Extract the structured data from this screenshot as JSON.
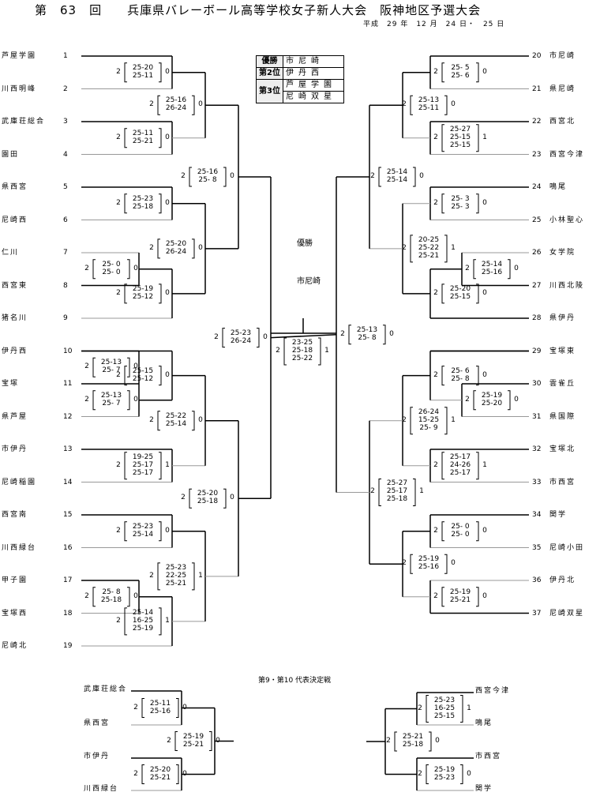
{
  "title": "第　63　回　　兵庫県バレーボール高等学校女子新人大会　阪神地区予選大会",
  "date": "平成　29 年　12 月　24 日・　25 日",
  "results": {
    "label_1": "優勝",
    "val_1": "市尼崎",
    "label_2": "第2位",
    "val_2": "伊丹西",
    "label_3": "第3位",
    "val_3a": "芦屋学園",
    "val_3b": "尼崎双星"
  },
  "champion_label": "優勝",
  "champion_team": "市尼崎",
  "left_teams": [
    "芦屋学園",
    "川西明峰",
    "武庫荘総合",
    "園田",
    "県西宮",
    "尼崎西",
    "仁川",
    "西宮東",
    "猪名川",
    "伊丹西",
    "宝塚",
    "県芦屋",
    "市伊丹",
    "尼崎稲園",
    "西宮南",
    "川西緑台",
    "甲子園",
    "宝塚西",
    "尼崎北"
  ],
  "left_numbers": [
    "1",
    "2",
    "3",
    "4",
    "5",
    "6",
    "7",
    "8",
    "9",
    "10",
    "11",
    "12",
    "13",
    "14",
    "15",
    "16",
    "17",
    "18",
    "19"
  ],
  "right_teams": [
    "市尼崎",
    "県尼崎",
    "西宮北",
    "西宮今津",
    "鳴尾",
    "小林聖心",
    "女学院",
    "川西北陵",
    "県伊丹",
    "宝塚東",
    "雲雀丘",
    "県国際",
    "宝塚北",
    "市西宮",
    "関学",
    "尼崎小田",
    "伊丹北",
    "尼崎双星"
  ],
  "right_numbers": [
    "20",
    "21",
    "22",
    "23",
    "24",
    "25",
    "26",
    "27",
    "28",
    "29",
    "30",
    "31",
    "32",
    "33",
    "34",
    "35",
    "36",
    "37"
  ],
  "scores": {
    "L1": {
      "l": "2",
      "s": [
        "25-20",
        "25-11"
      ],
      "r": "0"
    },
    "L2": {
      "l": "2",
      "s": [
        "25-16",
        "26-24"
      ],
      "r": "0"
    },
    "L3": {
      "l": "2",
      "s": [
        "25-11",
        "25-21"
      ],
      "r": "0"
    },
    "L4": {
      "l": "2",
      "s": [
        "25-16",
        "25- 8"
      ],
      "r": "0"
    },
    "L5": {
      "l": "2",
      "s": [
        "25-23",
        "25-18"
      ],
      "r": "0"
    },
    "L6": {
      "l": "2",
      "s": [
        "25-20",
        "26-24"
      ],
      "r": "0"
    },
    "L7": {
      "l": "2",
      "s": [
        "25- 0",
        "25- 0"
      ],
      "r": "0"
    },
    "L8": {
      "l": "2",
      "s": [
        "25-19",
        "25-12"
      ],
      "r": "0"
    },
    "L9": {
      "l": "2",
      "s": [
        "25-23",
        "26-24"
      ],
      "r": "0"
    },
    "L10": {
      "l": "2",
      "s": [
        "25-15",
        "25-12"
      ],
      "r": "0"
    },
    "L11": {
      "l": "2",
      "s": [
        "25-13",
        "25- 7"
      ],
      "r": "0"
    },
    "L12": {
      "l": "2",
      "s": [
        "25-22",
        "25-14"
      ],
      "r": "0"
    },
    "L13": {
      "l": "2",
      "s": [
        "19-25",
        "25-17",
        "25-17"
      ],
      "r": "1"
    },
    "L14": {
      "l": "2",
      "s": [
        "25-20",
        "25-18"
      ],
      "r": "0"
    },
    "L15": {
      "l": "2",
      "s": [
        "25-23",
        "25-14"
      ],
      "r": "0"
    },
    "L16": {
      "l": "2",
      "s": [
        "25-23",
        "22-25",
        "25-21"
      ],
      "r": "1"
    },
    "L17": {
      "l": "2",
      "s": [
        "25- 8",
        "25-18"
      ],
      "r": "0"
    },
    "L18": {
      "l": "2",
      "s": [
        "25-14",
        "16-25",
        "25-19"
      ],
      "r": "1"
    },
    "F": {
      "l": "2",
      "s": [
        "23-25",
        "25-18",
        "25-22"
      ],
      "r": "1"
    },
    "R1": {
      "l": "2",
      "s": [
        "25- 5",
        "25- 6"
      ],
      "r": "0"
    },
    "R2": {
      "l": "2",
      "s": [
        "25-13",
        "25-11"
      ],
      "r": "0"
    },
    "R3": {
      "l": "2",
      "s": [
        "25-27",
        "25-15",
        "25-15"
      ],
      "r": "1"
    },
    "R4": {
      "l": "2",
      "s": [
        "25-14",
        "25-14"
      ],
      "r": "0"
    },
    "R5": {
      "l": "2",
      "s": [
        "25- 3",
        "25- 3"
      ],
      "r": "0"
    },
    "R6": {
      "l": "2",
      "s": [
        "20-25",
        "25-22",
        "25-21"
      ],
      "r": "1"
    },
    "R7": {
      "l": "2",
      "s": [
        "25-14",
        "25-16"
      ],
      "r": "0"
    },
    "R8": {
      "l": "2",
      "s": [
        "25-20",
        "25-15"
      ],
      "r": "0"
    },
    "R9": {
      "l": "2",
      "s": [
        "25-13",
        "25- 8"
      ],
      "r": "0"
    },
    "R10": {
      "l": "2",
      "s": [
        "25- 6",
        "25- 8"
      ],
      "r": "0"
    },
    "R11": {
      "l": "2",
      "s": [
        "25-19",
        "25-20"
      ],
      "r": "0"
    },
    "R12": {
      "l": "2",
      "s": [
        "26-24",
        "15-25",
        "25- 9"
      ],
      "r": "1"
    },
    "R13": {
      "l": "2",
      "s": [
        "25-17",
        "24-26",
        "25-17"
      ],
      "r": "1"
    },
    "R14": {
      "l": "2",
      "s": [
        "25-27",
        "25-17",
        "25-18"
      ],
      "r": "1"
    },
    "R15": {
      "l": "2",
      "s": [
        "25- 0",
        "25- 0"
      ],
      "r": "0"
    },
    "R16": {
      "l": "2",
      "s": [
        "25-19",
        "25-16"
      ],
      "r": "0"
    },
    "R17": {
      "l": "2",
      "s": [
        "25-19",
        "25-21"
      ],
      "r": "0"
    },
    "BL1": {
      "l": "2",
      "s": [
        "25-11",
        "25-16"
      ],
      "r": "0"
    },
    "BL2": {
      "l": "2",
      "s": [
        "25-19",
        "25-21"
      ],
      "r": "0"
    },
    "BL3": {
      "l": "2",
      "s": [
        "25-20",
        "25-21"
      ],
      "r": "0"
    },
    "BR1": {
      "l": "2",
      "s": [
        "25-23",
        "16-25",
        "25-15"
      ],
      "r": "1"
    },
    "BR2": {
      "l": "2",
      "s": [
        "25-21",
        "25-18"
      ],
      "r": "0"
    },
    "BR3": {
      "l": "2",
      "s": [
        "25-19",
        "25-23"
      ],
      "r": "0"
    }
  },
  "sub_title": "第9・第10 代表決定戦",
  "sub_left_teams": [
    "武庫荘総合",
    "県西宮",
    "市伊丹",
    "川西緑台"
  ],
  "sub_right_teams": [
    "西宮今津",
    "鳴尾",
    "市西宮",
    "関学"
  ]
}
